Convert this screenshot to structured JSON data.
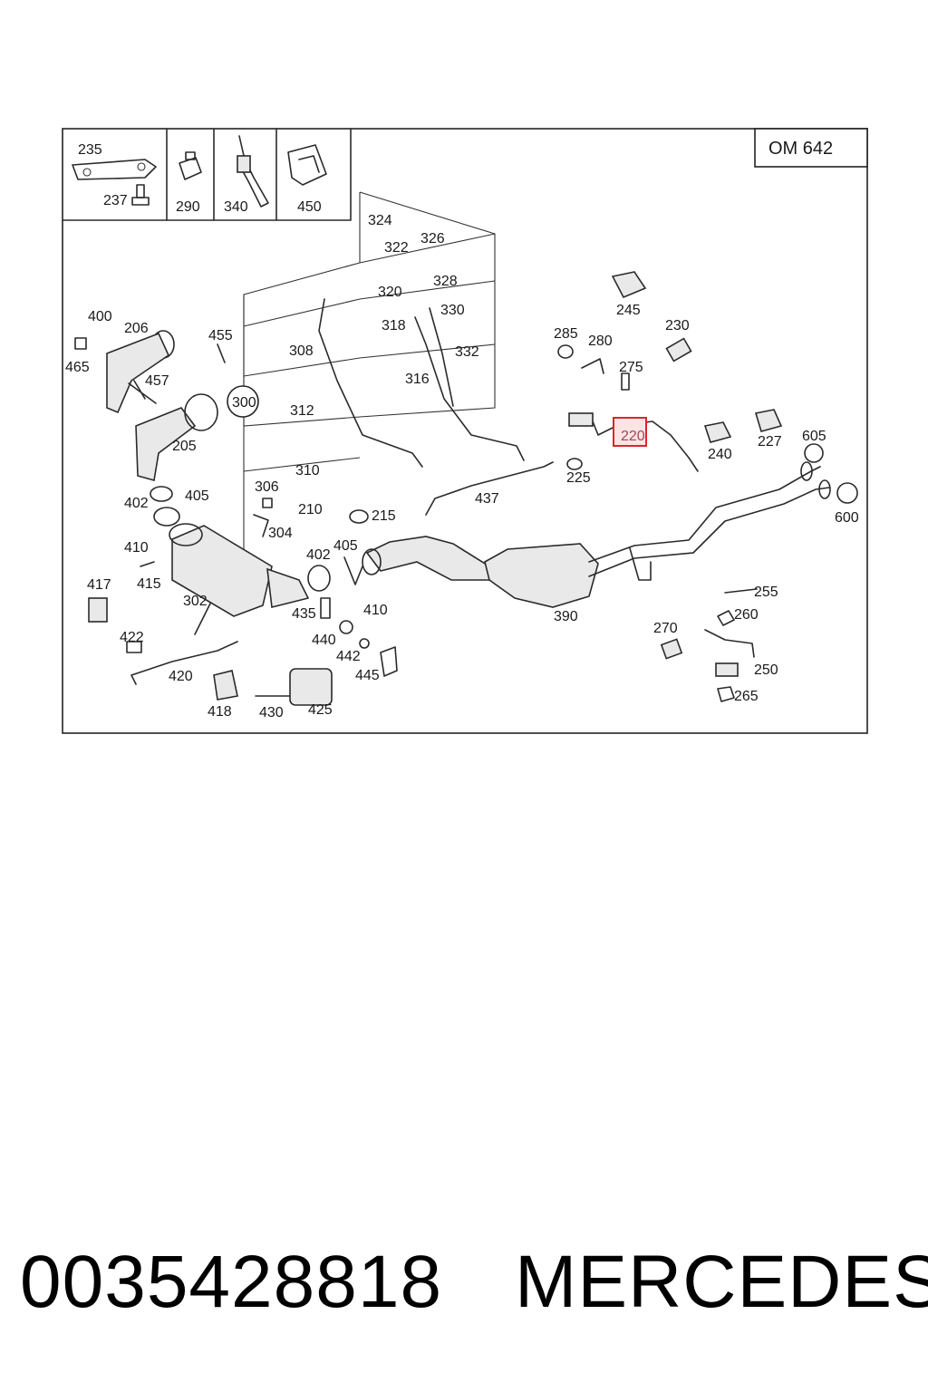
{
  "diagram": {
    "engine_label": "OM  642",
    "highlight_color": "#d9262c",
    "highlighted_part": "220",
    "inset_labels": [
      "235",
      "237",
      "290",
      "340",
      "450"
    ],
    "labels": [
      "324",
      "322",
      "326",
      "320",
      "328",
      "318",
      "330",
      "308",
      "316",
      "332",
      "400",
      "206",
      "455",
      "465",
      "457",
      "300",
      "205",
      "312",
      "310",
      "306",
      "210",
      "215",
      "304",
      "402",
      "405",
      "410",
      "415",
      "302",
      "417",
      "422",
      "420",
      "418",
      "430",
      "425",
      "435",
      "440",
      "442",
      "445",
      "437",
      "390",
      "245",
      "285",
      "280",
      "230",
      "275",
      "225",
      "240",
      "227",
      "605",
      "600",
      "255",
      "260",
      "270",
      "250",
      "265"
    ]
  },
  "caption": {
    "part_number": "0035428818",
    "brand": "MERCEDES"
  }
}
